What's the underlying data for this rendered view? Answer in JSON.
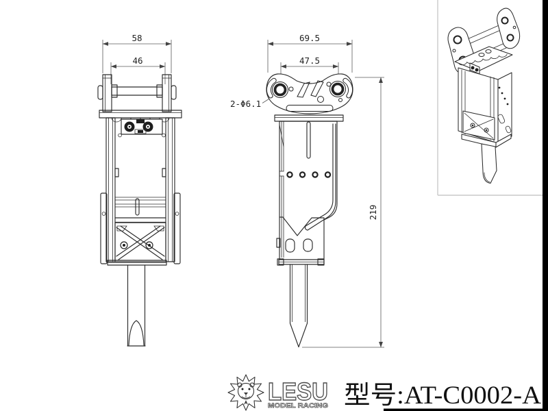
{
  "drawing": {
    "front_view": {
      "name": "front view of hydraulic breaker",
      "dim_outer": "58",
      "dim_inner": "46"
    },
    "side_view": {
      "name": "side view of hydraulic breaker",
      "dim_outer": "69.5",
      "dim_inner": "47.5",
      "hole_callout": "2-Φ6.1",
      "dim_height": "219"
    },
    "iso_view": {
      "name": "isometric view of hydraulic breaker"
    }
  },
  "footer": {
    "brand": "LESU",
    "brand_sub": "MODEL RACING",
    "model_label": "型号:AT-C0002-A",
    "lion_icon": "lion-head-logo"
  },
  "colors": {
    "line": "#2b2b2b",
    "dimension": "#5a5a5a",
    "panel_border": "#c9c9c9",
    "edge_strip": "#000000",
    "background": "#ffffff"
  }
}
